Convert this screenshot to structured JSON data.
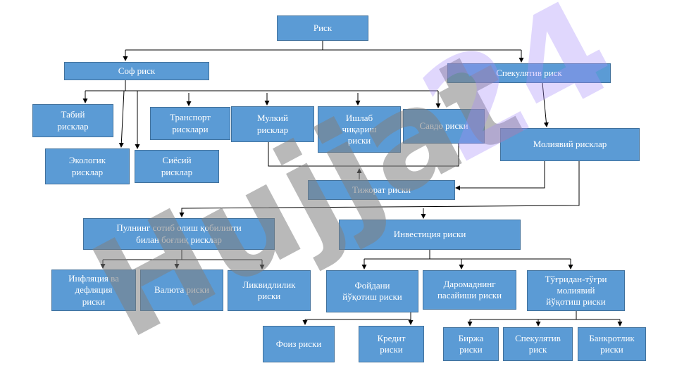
{
  "nodes": {
    "risk": "Риск",
    "sof_risk": "Соф риск",
    "spekulyativ_risk": "Спекулятив риск",
    "tabiy": "Табий\nрисклар",
    "ekologik": "Экологик\nрисклар",
    "siyosiy": "Сиёсий\nрисклар",
    "transport": "Транспорт\nрисклари",
    "mulkiy": "Мулкий\nрисклар",
    "ishlab": "Ишлаб\nчиқариш\nриски",
    "savdo": "Савдо риски",
    "moliyaviy": "Молиявий рисклар",
    "tijorat": "Тижорат риски",
    "pulning": "Пулнинг сотиб олиш қобилияти\nбилан боғлиқ рисклар",
    "investitsiya": "Инвестиция риски",
    "inflyatsiya": "Инфляция ва\nдефляция\nриски",
    "valyuta": "Валюта риски",
    "likvidlilik": "Ликвидлилик\nриски",
    "foydani": "Фойдани\nйўқотиш риски",
    "daromad": "Даромаднинг\nпасайиши риски",
    "togridan": "Тўғридан-тўғри\nмолиявий\nйўқотиш риски",
    "foiz": "Фоиз риски",
    "kredit": "Кредит\nриски",
    "birja": "Биржа\nриски",
    "spekulyativ2": "Спекулятив\nриск",
    "bankrotlik": "Банкротлик\nриски"
  },
  "watermark": {
    "text": "Hujjat 24",
    "colors": {
      "gray": "#7f7f7f",
      "purple": "#a78bfa"
    }
  },
  "colors": {
    "box_fill": "#5b9bd5",
    "box_border": "#41719c",
    "box_text": "#ffffff",
    "line": "#000000"
  }
}
